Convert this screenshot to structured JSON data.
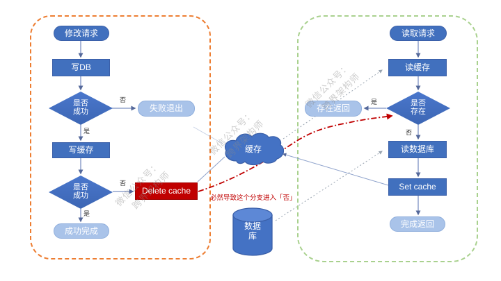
{
  "left_flow": {
    "start": "修改请求",
    "write_db": "写DB",
    "check1": "是否成功",
    "fail_exit": "失败退出",
    "write_cache": "写缓存",
    "check2": "是否成功",
    "delete_cache": "Delete cache",
    "success_done": "成功完成"
  },
  "right_flow": {
    "start": "读取请求",
    "read_cache": "读缓存",
    "check_exists": "是否存在",
    "exists_return": "存在返回",
    "read_db": "读数据库",
    "set_cache": "Set cache",
    "done_return": "完成返回"
  },
  "shared": {
    "cache": "缓存",
    "database": "数据库"
  },
  "labels": {
    "yes": "是",
    "no": "否"
  },
  "annotation": {
    "text": "必然导致这个分支进入「否」"
  },
  "watermark": {
    "line1": "微信公众号：",
    "line2": "跨界架构师"
  },
  "colors": {
    "node_dark": "#4170BE",
    "node_light": "#A9C3E9",
    "delete_red": "#C00000",
    "left_group_border": "#ED7D31",
    "right_group_border": "#A9D18E",
    "annotation_red": "#C00000"
  }
}
